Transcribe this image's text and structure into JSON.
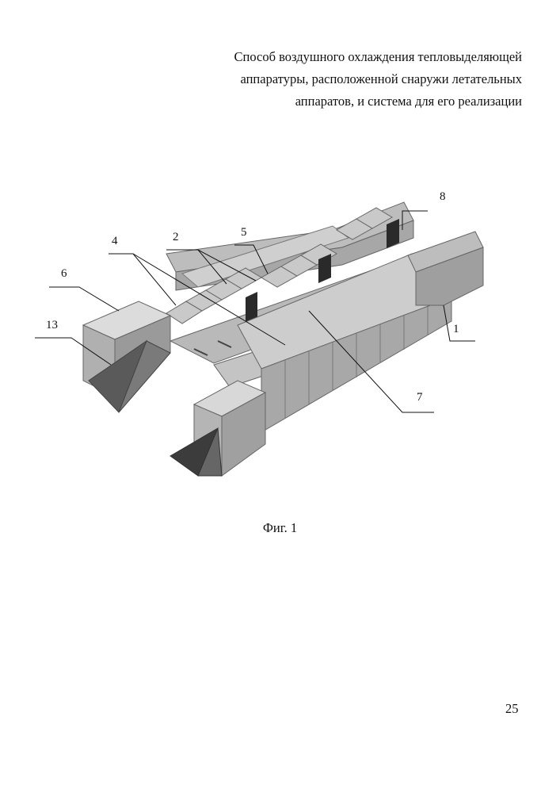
{
  "title": {
    "lines": [
      "Способ воздушного охлаждения тепловыделяющей",
      "аппаратуры, расположенной снаружи летательных",
      "аппаратов, и система для его реализации"
    ]
  },
  "figure": {
    "callouts": [
      "8",
      "4",
      "2",
      "5",
      "6",
      "13",
      "1",
      "7"
    ],
    "caption": "Фиг. 1"
  },
  "page_number": "25"
}
